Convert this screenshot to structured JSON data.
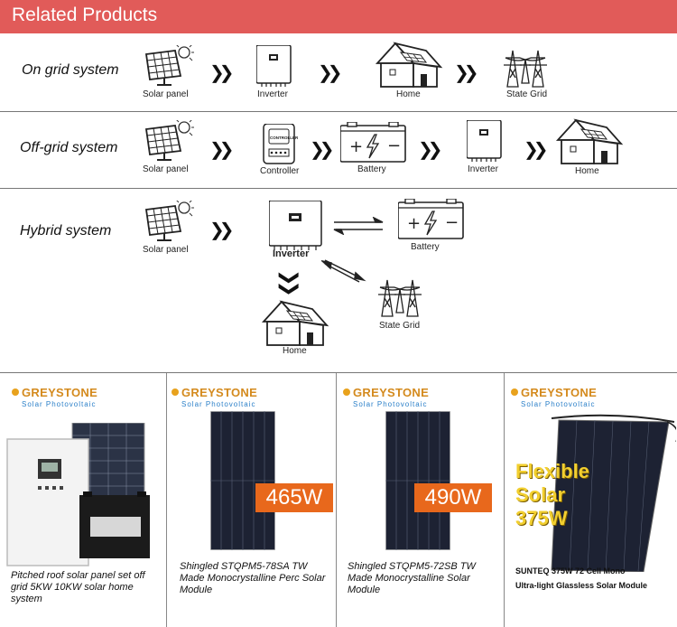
{
  "header": {
    "title": "Related Products"
  },
  "rows": {
    "on_grid": {
      "label": "On grid system",
      "items": [
        "Solar panel",
        "Inverter",
        "Home",
        "State Grid"
      ]
    },
    "off_grid": {
      "label": "Off-grid system",
      "items": [
        "Solar panel",
        "Controller",
        "Battery",
        "Inverter",
        "Home"
      ]
    },
    "hybrid": {
      "label": "Hybrid system",
      "items": [
        "Solar panel",
        "Inverter",
        "Battery",
        "State Grid",
        "Home"
      ]
    },
    "controller_tag": "CONTROLLER"
  },
  "products": [
    {
      "brand": "GREYSTONE",
      "brand_sub": "Solar  Photovoltaic",
      "title": "Pitched roof solar panel set off grid 5KW 10KW solar home system"
    },
    {
      "brand": "GREYSTONE",
      "brand_sub": "Solar  Photovoltaic",
      "watt": "465W",
      "title": "Shingled STQPM5-78SA TW Made Monocrystalline Perc Solar Module"
    },
    {
      "brand": "GREYSTONE",
      "brand_sub": "Solar  Photovoltaic",
      "watt": "490W",
      "title": "Shingled STQPM5-72SB TW Made Monocrystalline Solar Module"
    },
    {
      "brand": "GREYSTONE",
      "brand_sub": "Solar  Photovoltaic",
      "flex_lines": [
        "Flexible",
        "Solar",
        "375W"
      ],
      "title_line1": "SUNTEQ 375W 72 Cell Mono",
      "title_line2": "Ultra-light Glassless Solar Module"
    }
  ],
  "colors": {
    "header_bg": "#e15b59",
    "accent_orange": "#e8681c",
    "brand_orange": "#d48a1d",
    "brand_blue": "#2a7fc8",
    "flex_yellow": "#f2cf2f"
  }
}
